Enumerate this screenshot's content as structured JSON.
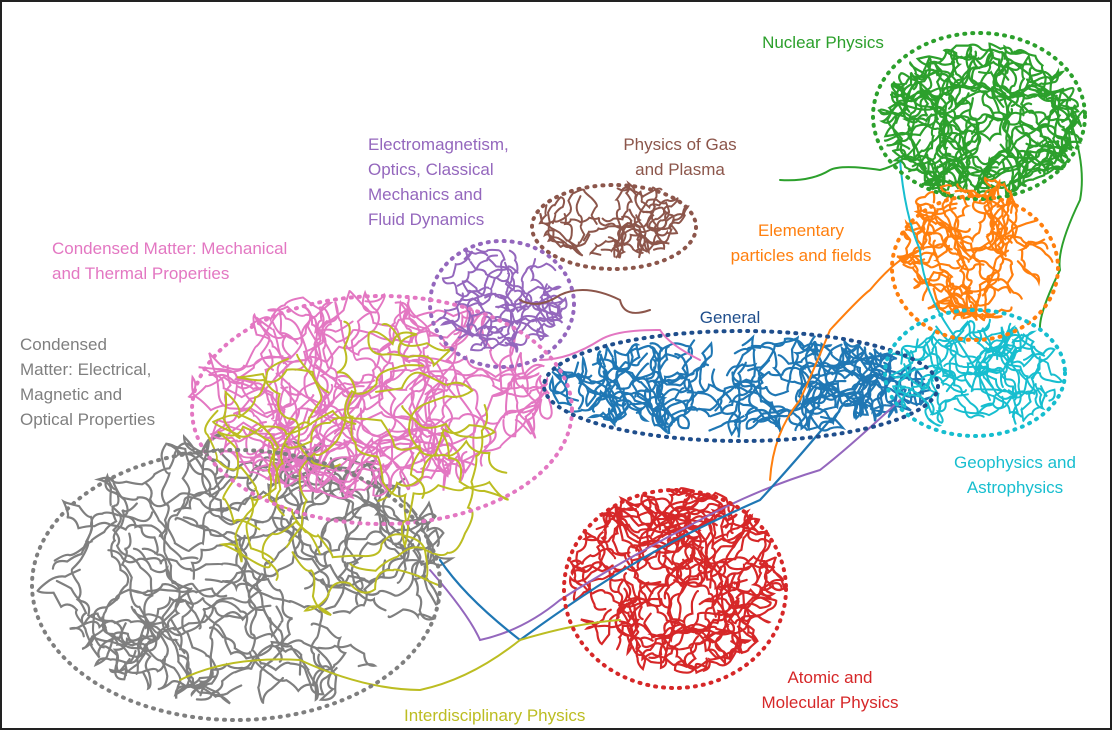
{
  "labels": {
    "nuclear": "Nuclear Physics",
    "gas_plasma": "Physics of Gas\nand Plasma",
    "em_optics": "Electromagnetism,\nOptics, Classical\nMechanics and\nFluid Dynamics",
    "elementary": "Elementary\nparticles and fields",
    "cm_mech_thermal": "Condensed Matter: Mechanical\nand Thermal Properties",
    "general": "General",
    "cm_elec_mag_opt": "Condensed\nMatter: Electrical,\nMagnetic and\nOptical Properties",
    "geo_astro": "Geophysics and\nAstrophysics",
    "atomic_molecular": "Atomic and\nMolecular Physics",
    "interdisciplinary": "Interdisciplinary Physics"
  },
  "colors": {
    "nuclear": "#2ca02c",
    "gas_plasma": "#8c564b",
    "em_optics": "#9467bd",
    "elementary": "#ff7f0e",
    "cm_mech_thermal": "#e377c2",
    "general": "#1f4e8c",
    "general_paths": "#1f77b4",
    "cm_elec_mag_opt": "#7f7f7f",
    "geo_astro": "#17becf",
    "atomic_molecular": "#d62728",
    "interdisciplinary": "#bcbd22"
  }
}
